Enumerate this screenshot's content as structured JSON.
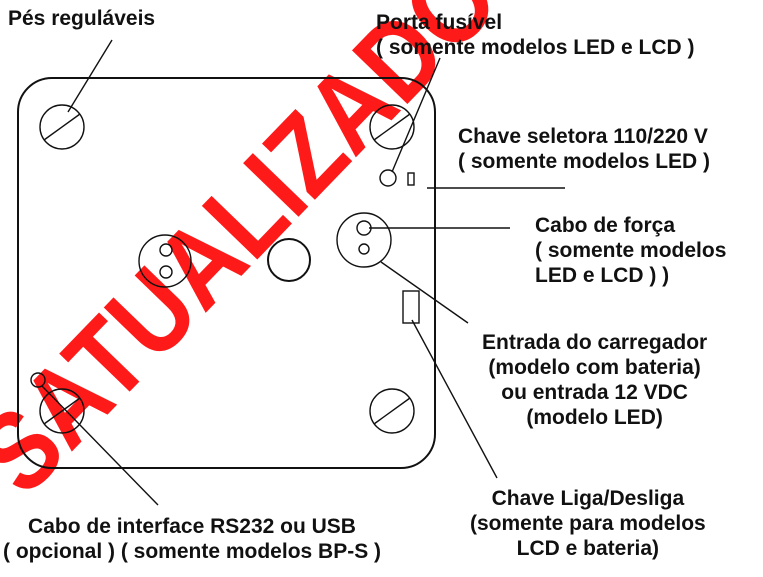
{
  "labels": {
    "pes": "Pés reguláveis",
    "porta_fusivel": [
      "Porta fusível",
      "( somente modelos LED e LCD )"
    ],
    "chave_seletora": [
      "Chave seletora 110/220 V",
      "( somente modelos LED )"
    ],
    "cabo_forca": [
      "Cabo de força",
      "( somente modelos",
      "LED e LCD ) )"
    ],
    "entrada_carregador": [
      "Entrada do carregador",
      "(modelo com bateria)",
      "ou entrada 12 VDC",
      "(modelo LED)"
    ],
    "chave_liga": [
      "Chave Liga/Desliga",
      "(somente para modelos",
      "LCD e bateria)"
    ],
    "cabo_interface": [
      "Cabo de interface RS232 ou USB",
      "( opcional ) ( somente modelos BP-S )"
    ]
  },
  "watermark": "SATUALIZADO",
  "colors": {
    "watermark": "#ff1a1a",
    "line": "#111111"
  }
}
